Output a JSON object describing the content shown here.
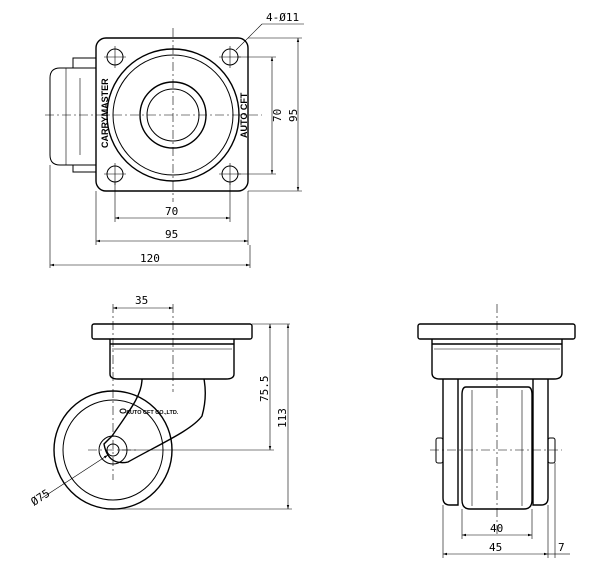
{
  "top_view": {
    "hole_callout": "4-Ø11",
    "dim_hole_spacing_h": "70",
    "dim_plate_width_h": "95",
    "dim_overall_width": "120",
    "dim_hole_spacing_v": "70",
    "dim_plate_width_v": "95",
    "label_left": "CARRYMASTER",
    "label_right": "AUTO CFT"
  },
  "side_view": {
    "dim_offset": "35",
    "dim_axle_height": "75.5",
    "dim_total_height": "113",
    "dim_wheel_diameter": "Ø75",
    "brand_label": "AUTO CFT CO.,LTD."
  },
  "front_view": {
    "dim_wheel_width": "40",
    "dim_fork_width": "45",
    "dim_offset_small": "7"
  }
}
